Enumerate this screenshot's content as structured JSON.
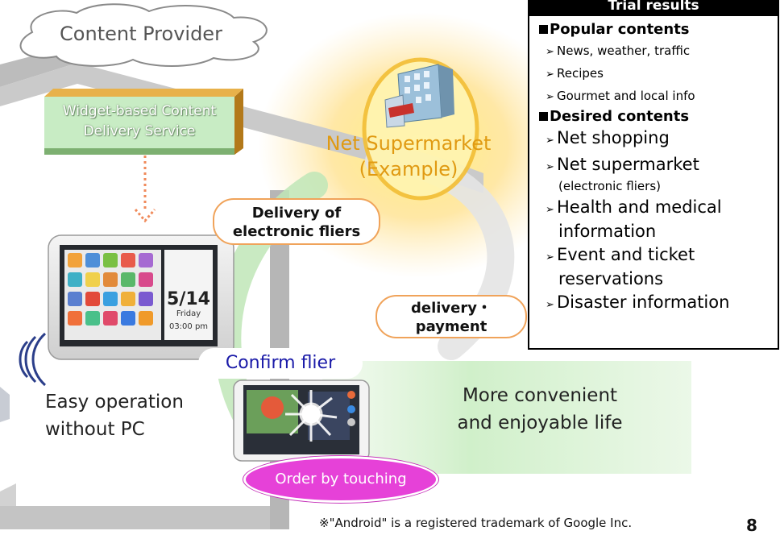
{
  "cloud": {
    "label": "Content Provider"
  },
  "service": {
    "line1": "Widget-based Content",
    "line2": "Delivery Service"
  },
  "supermarket": {
    "line1": "Net Supermarket",
    "line2": "(Example)"
  },
  "tablet": {
    "date": "5/14",
    "day": "Friday",
    "time": "03:00 pm"
  },
  "pills": {
    "delivery_line1": "Delivery of",
    "delivery_line2": "electronic fliers",
    "payment_line1": "delivery・",
    "payment_line2": "payment"
  },
  "confirm_label": "Confirm flier",
  "order_label": "Order by touching",
  "easy": {
    "line1": "Easy operation",
    "line2": "without PC"
  },
  "convenient": {
    "line1": "More convenient",
    "line2": "and enjoyable life"
  },
  "trial": {
    "title": "Trial results",
    "popular_title": "Popular contents",
    "popular": [
      "News, weather, traffic",
      "Recipes",
      "Gourmet and local info"
    ],
    "desired_title": "Desired contents",
    "desired": [
      {
        "line1": "Net shopping",
        "line2": ""
      },
      {
        "line1": "Net supermarket",
        "sub": "(electronic fliers)"
      },
      {
        "line1": "Health and medical",
        "line2": "information"
      },
      {
        "line1": "Event and ticket",
        "line2": "reservations"
      },
      {
        "line1": "Disaster information",
        "line2": ""
      }
    ]
  },
  "footnote": "※\"Android\" is a registered trademark of Google Inc.",
  "page_number": "8",
  "colors": {
    "accent_orange": "#f0a35a",
    "order_magenta": "#e641d8",
    "confirm_blue": "#1a1aa8",
    "service_green": "#c8ecc4",
    "supermarket_text": "#e09a12"
  }
}
